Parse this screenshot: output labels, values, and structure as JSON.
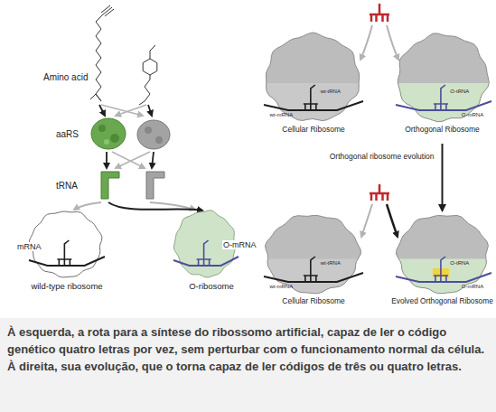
{
  "diagram": {
    "caption": "À esquerda, a rota para a síntese do ribossomo artificial, capaz de ler o código genético quatro letras por vez, sem perturbar com o funcionamento normal da célula. À direita, sua evolução, que o torna capaz de ler códigos de três ou quatro letras.",
    "nodes": [
      {
        "text": [
          "mRNA",
          "wild-type ribosome"
        ]
      },
      {
        "text": [
          "O-mRNA",
          "O-ribosome"
        ]
      },
      {
        "text": [
          "wt-tRNA",
          "wt-mRNA",
          "Cellular Ribosome"
        ]
      },
      {
        "text": [
          "O-tRNA",
          "O-mRNA",
          "Orthogonal Ribosome"
        ]
      },
      {
        "text": [
          "wt-tRNA",
          "wt-mRNA",
          "Cellular Ribosome"
        ]
      },
      {
        "text": [
          "O-tRNA",
          "O-mRNA",
          "Evolved Orthogonal Ribosome"
        ]
      }
    ],
    "edges": [
      {
        "from": 3,
        "to": 5,
        "arrow": "to",
        "label": "Orthogonal ribosome evolution"
      }
    ],
    "labels": [
      "Amino acid",
      "aaRS",
      "tRNA"
    ]
  }
}
